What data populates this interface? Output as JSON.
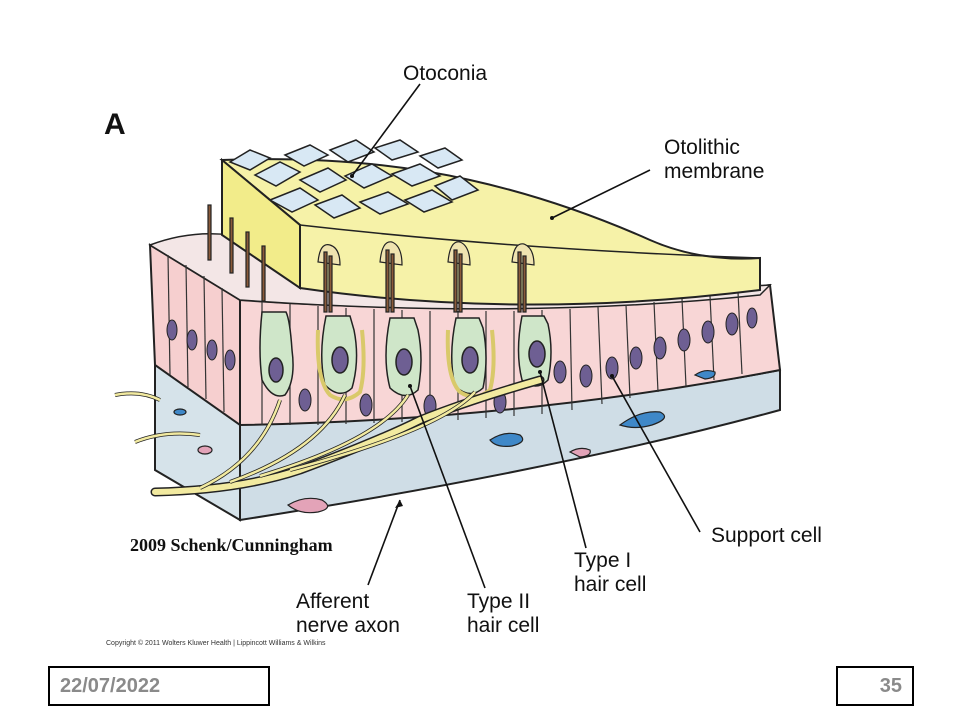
{
  "diagram": {
    "panel_label": "A",
    "labels": {
      "otoconia": "Otoconia",
      "otolithic_membrane_1": "Otolithic",
      "otolithic_membrane_2": "membrane",
      "support_cell": "Support cell",
      "type1_1": "Type I",
      "type1_2": "hair cell",
      "type2_1": "Type II",
      "type2_2": "hair cell",
      "afferent_1": "Afferent",
      "afferent_2": "nerve axon"
    },
    "credit": "2009 Schenk/Cunningham",
    "copyright": "Copyright © 2011 Wolters Kluwer Health | Lippincott Williams & Wilkins",
    "colors": {
      "membrane": "#f6f2a8",
      "support": "#f7d3d3",
      "hair_cell": "#cfe6c9",
      "base": "#cfdde6",
      "nucleus": "#6e5f93",
      "nerve": "#f2eaa0"
    }
  },
  "footer": {
    "date": "22/07/2022",
    "page_number": "35"
  }
}
